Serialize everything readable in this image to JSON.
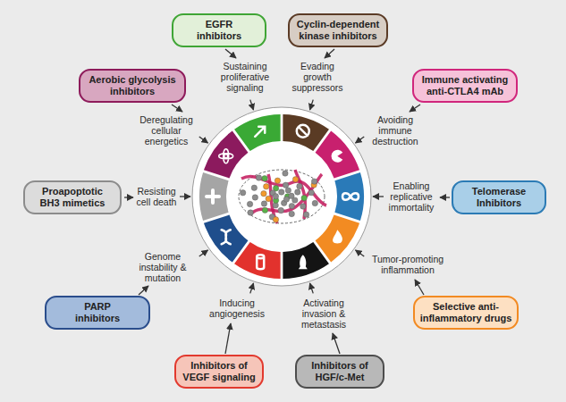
{
  "diagram": {
    "nodes": [
      {
        "text": [
          "EGFR inhibitors"
        ]
      },
      {
        "text": [
          "Cyclin-dependent kinase inhibitors"
        ]
      },
      {
        "text": [
          "Aerobic glycolysis inhibitors"
        ]
      },
      {
        "text": [
          "Immune activating anti-CTLA4 mAb"
        ]
      },
      {
        "text": [
          "Proapoptotic BH3 mimetics"
        ]
      },
      {
        "text": [
          "Telomerase Inhibitors"
        ]
      },
      {
        "text": [
          "PARP inhibitors"
        ]
      },
      {
        "text": [
          "Selective anti-inflammatory drugs"
        ]
      },
      {
        "text": [
          "Inhibitors of VEGF signaling"
        ]
      },
      {
        "text": [
          "Inhibitors of HGF/c-Met"
        ]
      }
    ],
    "labels": [
      "Sustaining proliferative signaling",
      "Evading growth suppressors",
      "Deregulating cellular energetics",
      "Avoiding immune destruction",
      "Resisting cell death",
      "Enabling replicative immortality",
      "Genome instability & mutation",
      "Tumor-promoting inflammation",
      "Inducing angiogenesis",
      "Activating invasion & metastasis"
    ]
  }
}
